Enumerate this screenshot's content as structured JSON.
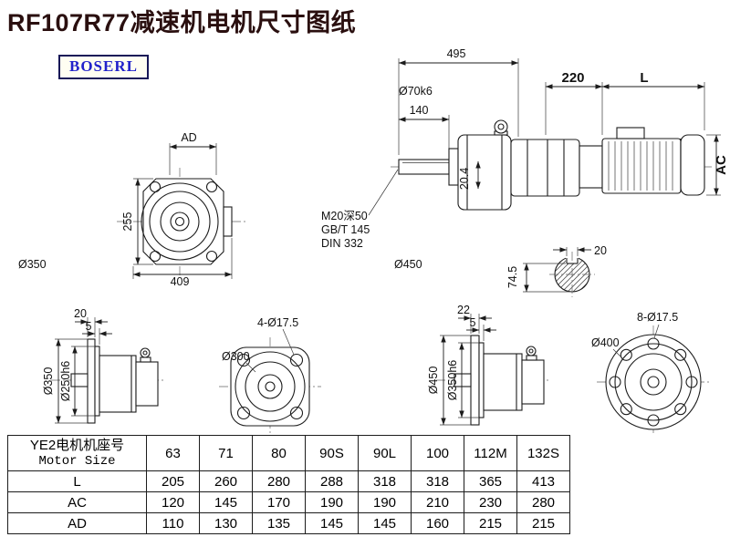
{
  "page": {
    "title": "RF107R77减速机电机尺寸图纸",
    "logo_text": "BOSERL"
  },
  "colors": {
    "title_text": "#2a0f0f",
    "logo_text": "#2222cb",
    "logo_border": "#171757",
    "line": "#1c1c1c"
  },
  "side_view": {
    "dim_total_length": "495",
    "dim_shaft_length": "140",
    "dim_shaft_dia": "Ø70k6",
    "dim_motor_gap": "220",
    "dim_motor_length": "L",
    "dim_motor_width": "AC",
    "note_tap": "M20深50",
    "note_gb": "GB/T 145",
    "note_din": "DIN 332",
    "dim_case_dia": "Ø450",
    "dim_key_height": "20.4",
    "dim_key_width": "20",
    "dim_key_flat": "74.5"
  },
  "front_view": {
    "dim_ad": "AD",
    "dim_height": "255",
    "dim_width": "409",
    "dim_case_dia": "Ø350"
  },
  "flange_small_side": {
    "dim_flange_thickness": "20",
    "dim_spigot_depth": "5",
    "dim_flange_dia": "Ø350",
    "dim_spigot_dia": "Ø250h6"
  },
  "flange_small_front": {
    "dim_bolt_circle": "Ø300",
    "dim_holes": "4-Ø17.5"
  },
  "flange_large_side": {
    "dim_flange_thickness": "22",
    "dim_spigot_depth": "5",
    "dim_flange_dia": "Ø450",
    "dim_spigot_dia": "Ø350h6"
  },
  "flange_large_front": {
    "dim_bolt_circle": "Ø400",
    "dim_holes": "8-Ø17.5"
  },
  "table": {
    "header_cn": "YE2电机机座号",
    "header_en": "Motor Size",
    "sizes": [
      "63",
      "71",
      "80",
      "90S",
      "90L",
      "100",
      "112M",
      "132S"
    ],
    "rows": [
      {
        "label": "L",
        "values": [
          "205",
          "260",
          "280",
          "288",
          "318",
          "318",
          "365",
          "413"
        ]
      },
      {
        "label": "AC",
        "values": [
          "120",
          "145",
          "170",
          "190",
          "190",
          "210",
          "230",
          "280"
        ]
      },
      {
        "label": "AD",
        "values": [
          "110",
          "130",
          "135",
          "145",
          "145",
          "160",
          "215",
          "215"
        ]
      }
    ]
  }
}
